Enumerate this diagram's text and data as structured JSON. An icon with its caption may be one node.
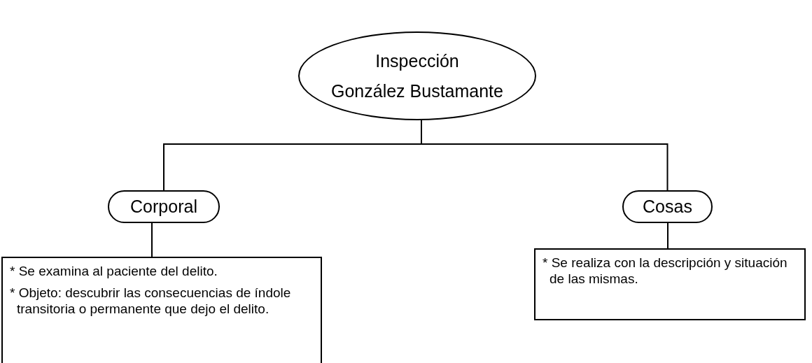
{
  "diagram": {
    "nodes": [
      {
        "text": [
          "Inspección",
          "González Bustamante"
        ]
      },
      {
        "text": [
          "Corporal"
        ]
      },
      {
        "text": [
          "Cosas"
        ]
      },
      {
        "text": [
          "* Se examina al paciente del delito.",
          "* Objeto: descubrir las consecuencias de índole transitoria o permanente que dejo el delito."
        ]
      },
      {
        "text": [
          "* Se realiza con la descripción y situación de las mismas."
        ]
      }
    ],
    "edges": [
      {
        "from": 0,
        "to": 1,
        "arrow": "none"
      },
      {
        "from": 0,
        "to": 2,
        "arrow": "none"
      },
      {
        "from": 1,
        "to": 3,
        "arrow": "none"
      },
      {
        "from": 2,
        "to": 4,
        "arrow": "none"
      }
    ]
  }
}
